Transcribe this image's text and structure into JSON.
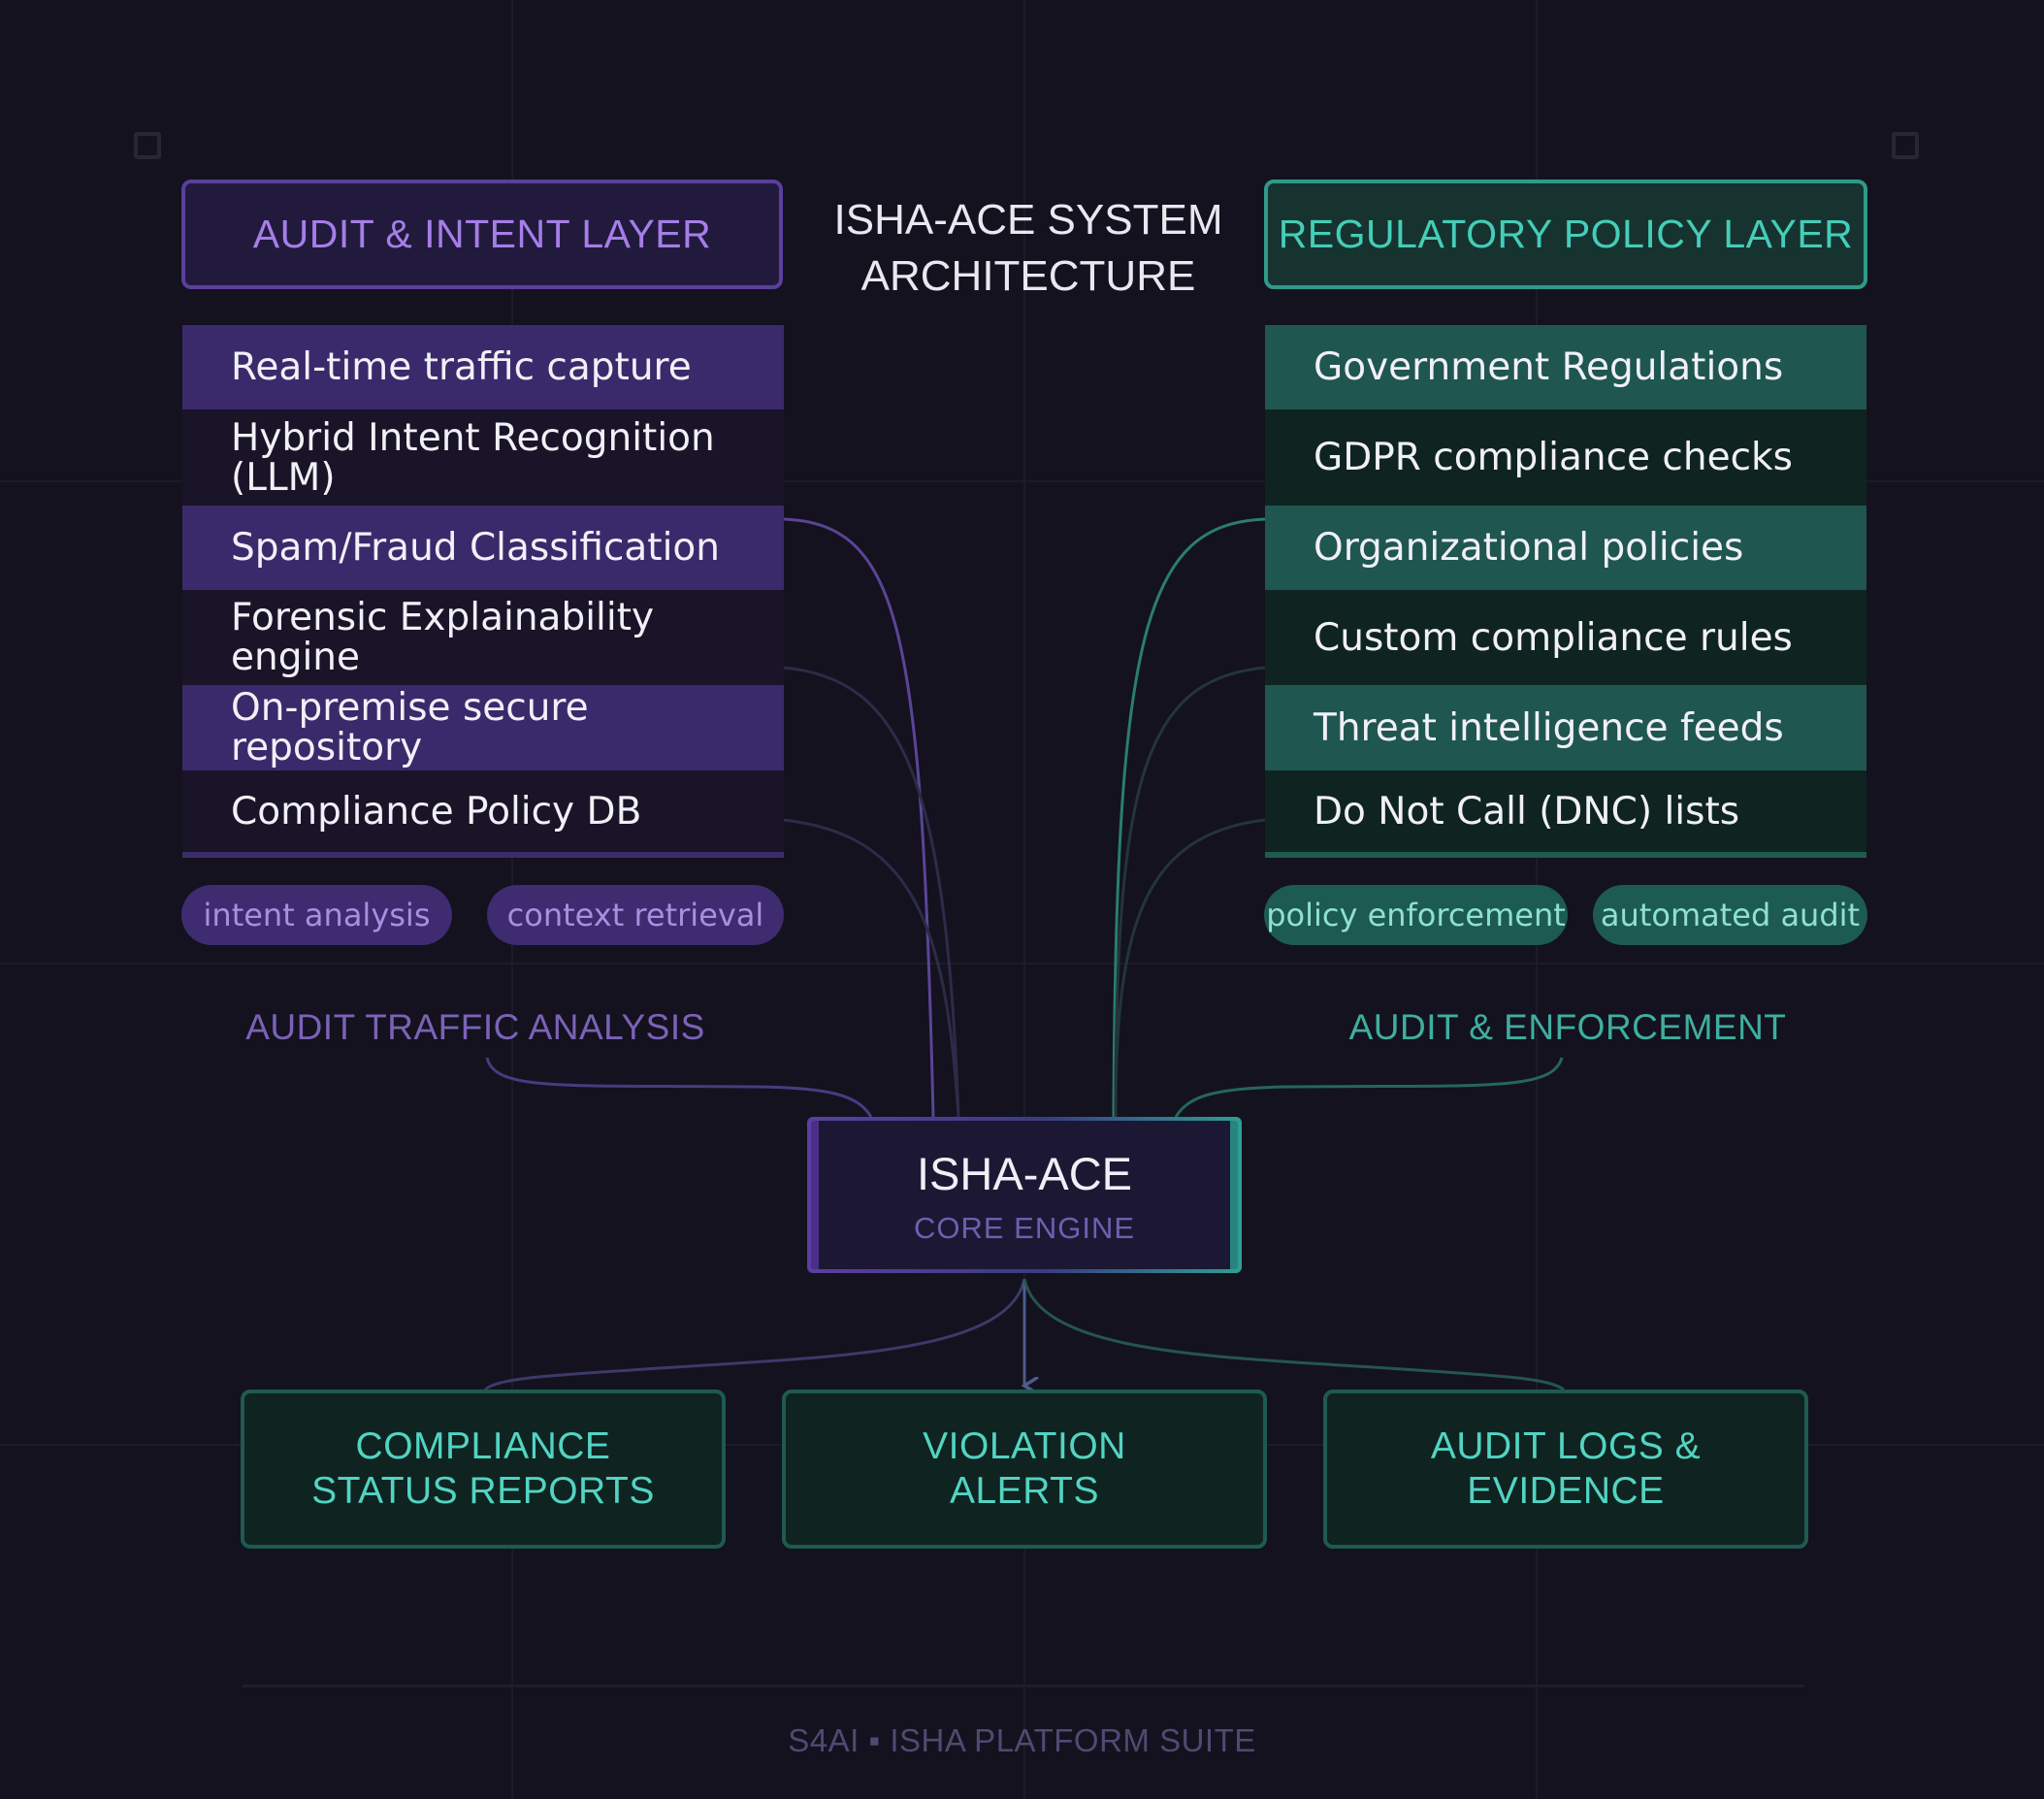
{
  "title": "ISHA-ACE SYSTEM\nARCHITECTURE",
  "left_layer": {
    "header": "AUDIT & INTENT LAYER",
    "items": [
      "Real-time traffic capture",
      "Hybrid Intent Recognition (LLM)",
      "Spam/Fraud Classification",
      "Forensic Explainability engine",
      "On-premise secure repository",
      "Compliance Policy DB"
    ],
    "tags": [
      "intent analysis",
      "context retrieval"
    ],
    "caption": "AUDIT TRAFFIC ANALYSIS"
  },
  "right_layer": {
    "header": "REGULATORY POLICY LAYER",
    "items": [
      "Government Regulations",
      "GDPR compliance checks",
      "Organizational policies",
      "Custom compliance rules",
      "Threat intelligence feeds",
      "Do Not Call (DNC) lists"
    ],
    "tags": [
      "policy enforcement",
      "automated audit"
    ],
    "caption": "AUDIT & ENFORCEMENT"
  },
  "core": {
    "title": "ISHA-ACE",
    "subtitle": "CORE ENGINE"
  },
  "outputs": [
    "COMPLIANCE\nSTATUS REPORTS",
    "VIOLATION\nALERTS",
    "AUDIT LOGS &\nEVIDENCE"
  ],
  "footer": "S4AI ▪ ISHA PLATFORM SUITE",
  "colors": {
    "background": "#13121e",
    "purple_accent": "#a57ee8",
    "teal_accent": "#45cdb8",
    "output_text": "#52d4c2"
  }
}
